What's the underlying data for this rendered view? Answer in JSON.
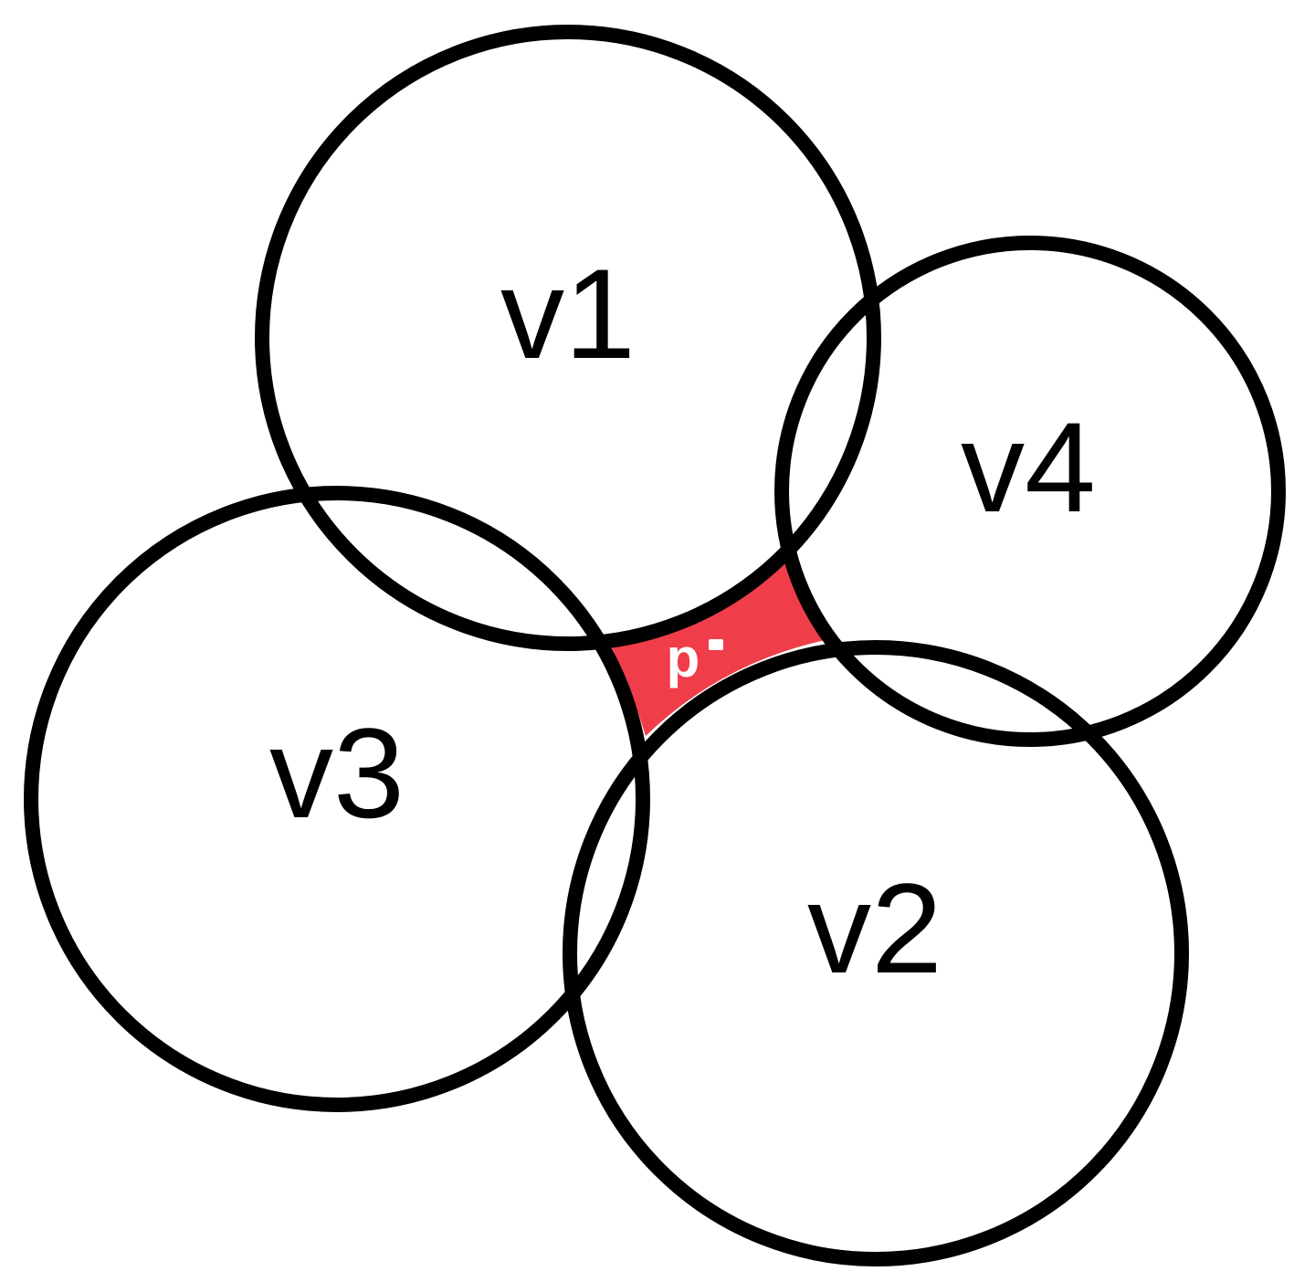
{
  "diagram": {
    "circles": [
      {
        "id": "v1",
        "label": "v1"
      },
      {
        "id": "v2",
        "label": "v2"
      },
      {
        "id": "v3",
        "label": "v3"
      },
      {
        "id": "v4",
        "label": "v4"
      }
    ],
    "region": {
      "label": "p",
      "fill_color": "#ef3e4a",
      "dot_color": "#ffffff"
    },
    "stroke_color": "#000000",
    "background_color": "#ffffff"
  }
}
